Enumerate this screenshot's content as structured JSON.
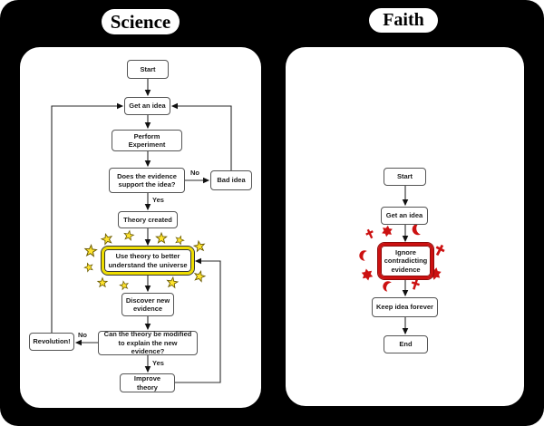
{
  "titles": {
    "science": "Science",
    "faith": "Faith"
  },
  "science": {
    "nodes": {
      "start": "Start",
      "get_idea": "Get an idea",
      "experiment": "Perform Experiment",
      "evidence_question": "Does the evidence support the idea?",
      "bad_idea": "Bad idea",
      "theory_created": "Theory created",
      "use_theory": "Use theory to better understand the universe",
      "discover": "Discover new evidence",
      "modify_question": "Can the theory be modified to explain the new evidence?",
      "revolution": "Revolution!",
      "improve": "Improve theory"
    },
    "edge_labels": {
      "evidence_no": "No",
      "evidence_yes": "Yes",
      "modify_no": "No",
      "modify_yes": "Yes"
    },
    "decoration": {
      "icon": "star-icon",
      "count": 11,
      "color": "#ffe42e"
    }
  },
  "faith": {
    "nodes": {
      "start": "Start",
      "get_idea": "Get an idea",
      "ignore": "Ignore contradicting evidence",
      "keep": "Keep idea forever",
      "end": "End"
    },
    "decoration": {
      "icons": [
        "cross-icon",
        "star-of-david-icon",
        "crescent-icon"
      ],
      "count": 9,
      "color": "#cc1111"
    }
  },
  "colors": {
    "background": "#000000",
    "panel": "#ffffff",
    "box_border": "#555555",
    "science_highlight": "#eedd00",
    "faith_highlight": "#cc1111",
    "star_fill": "#ffe42e",
    "line": "#2b2b2b"
  }
}
